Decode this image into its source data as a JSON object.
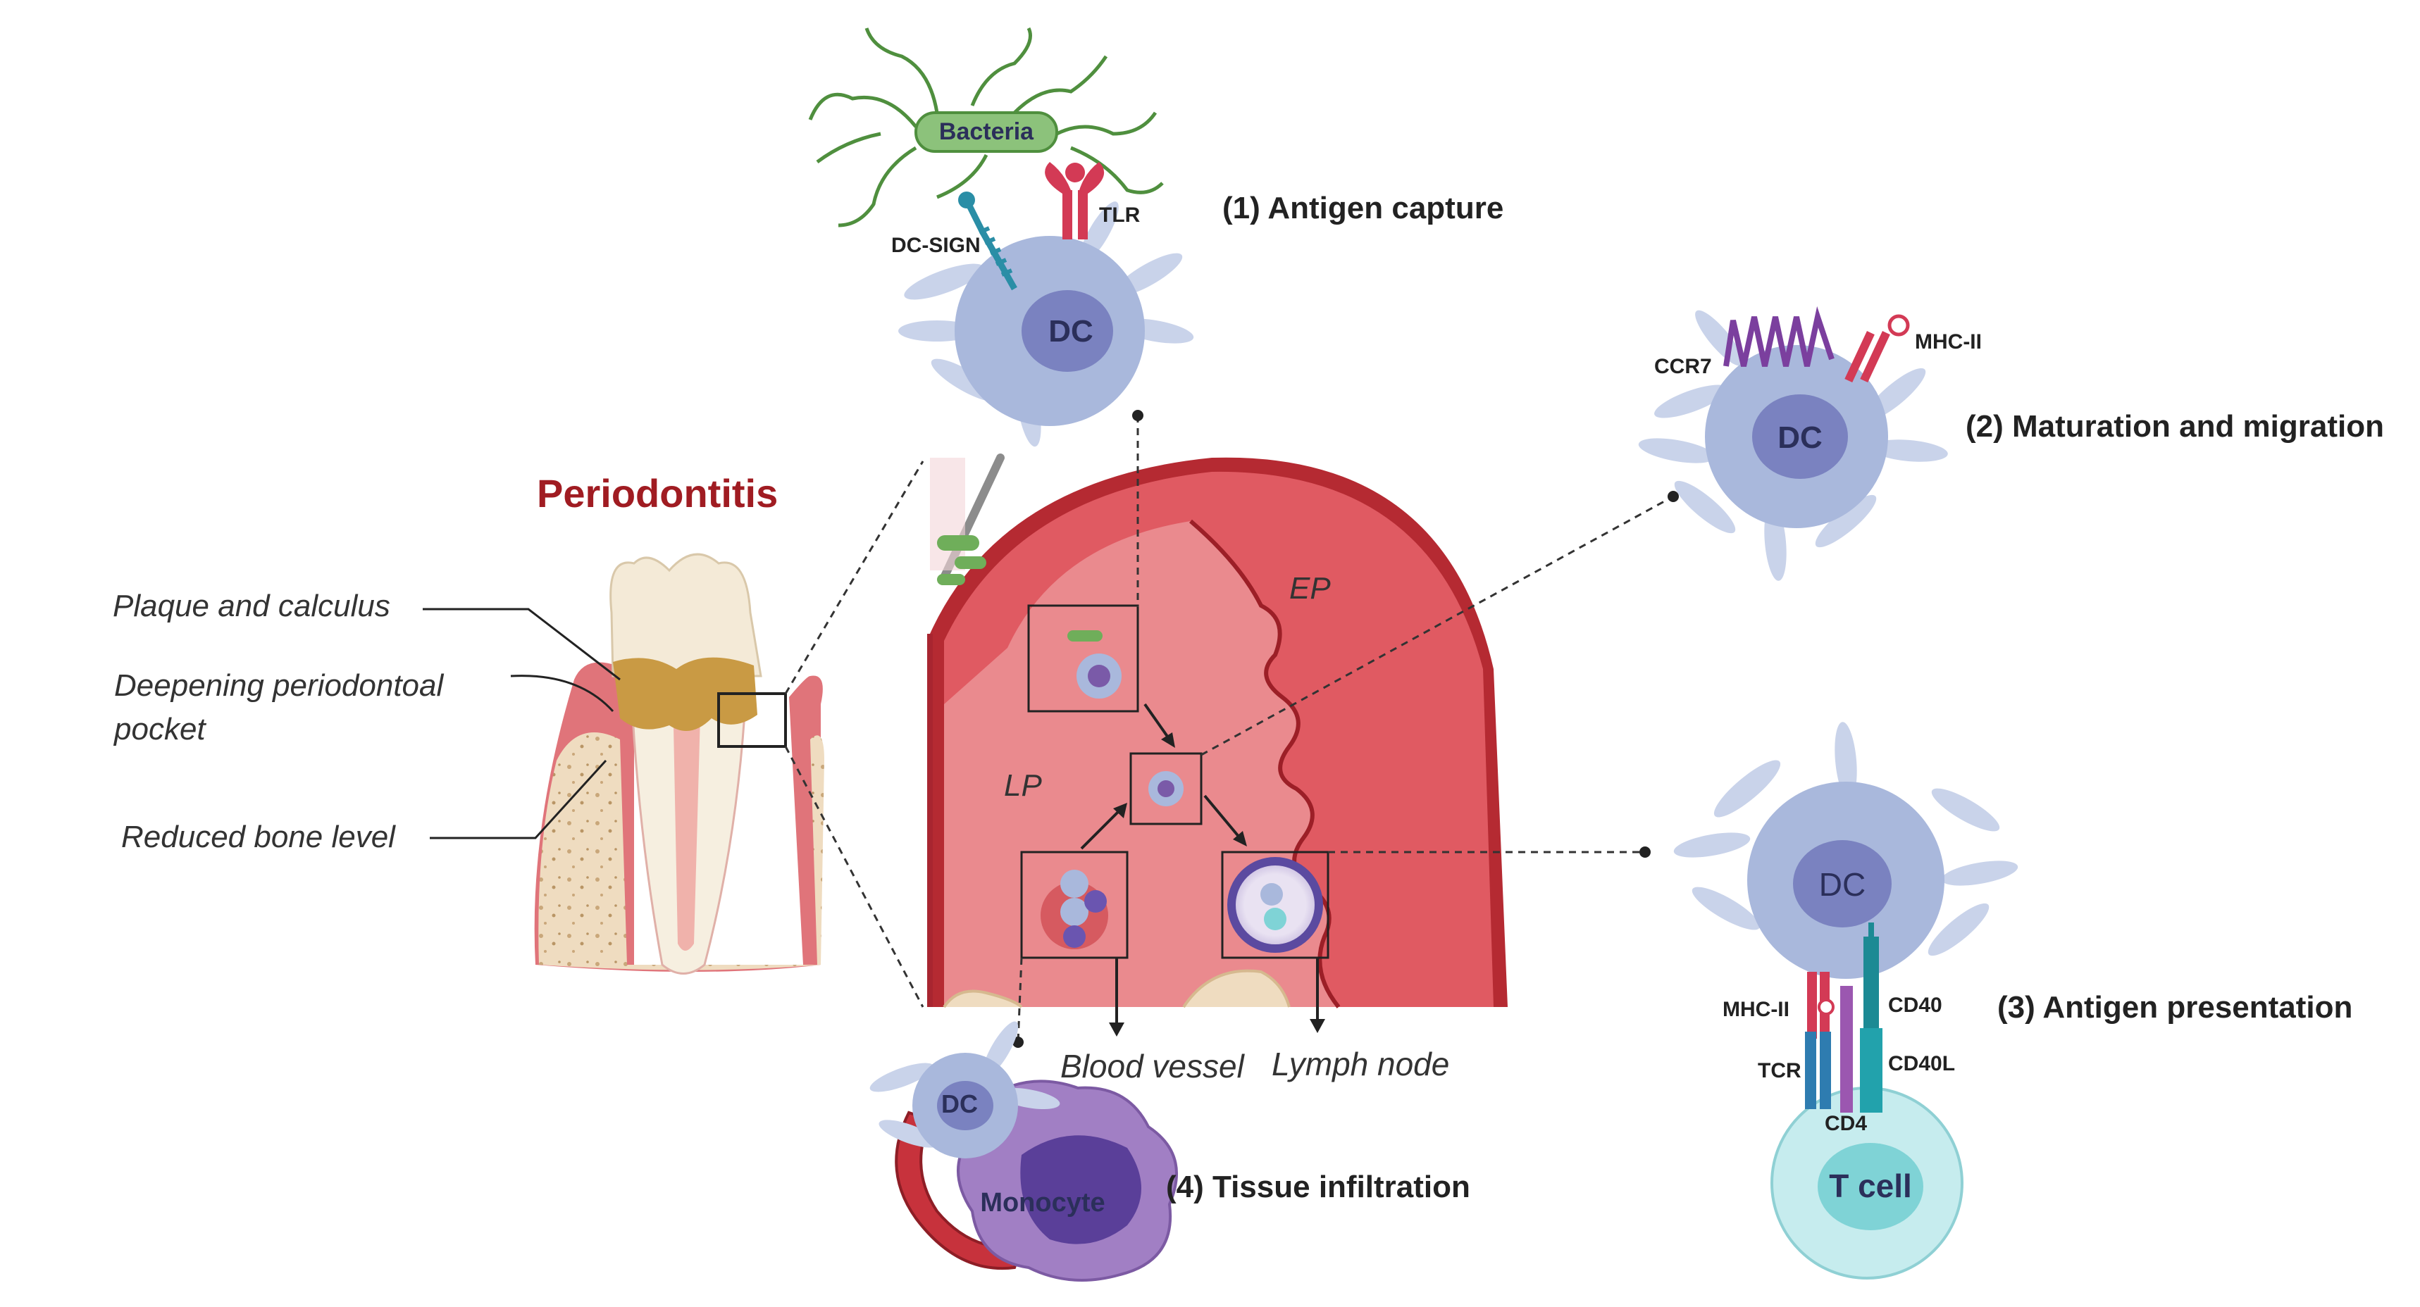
{
  "title": "Periodontitis",
  "tooth_labels": {
    "plaque": "Plaque and calculus",
    "pocket_line1": "Deepening periodontoal",
    "pocket_line2": "pocket",
    "bone": "Reduced bone level"
  },
  "tissue_labels": {
    "ep": "EP",
    "lp": "LP",
    "blood_vessel": "Blood vessel",
    "lymph_node": "Lymph node"
  },
  "steps": {
    "capture": "(1) Antigen capture",
    "maturation": "(2) Maturation and migration",
    "presentation": "(3) Antigen presentation",
    "infiltration": "(4) Tissue infiltration"
  },
  "cells": {
    "dc": "DC",
    "bacteria": "Bacteria",
    "t_cell": "T cell",
    "monocyte": "Monocyte"
  },
  "receptors": {
    "dc_sign": "DC-SIGN",
    "tlr": "TLR",
    "ccr7": "CCR7",
    "mhc_ii": "MHC-II",
    "cd40": "CD40",
    "cd40l": "CD40L",
    "tcr": "TCR",
    "cd4": "CD4"
  },
  "colors": {
    "title_red": "#a01c22",
    "dc_fill": "#a9b8dc",
    "dc_nucleus": "#7a82c0",
    "gum_red": "#c9383f",
    "tissue_light": "#e8676c",
    "bacteria_green": "#6fae5a",
    "t_cell_fill": "#bfe8ea",
    "monocyte_fill": "#a17fc4"
  }
}
